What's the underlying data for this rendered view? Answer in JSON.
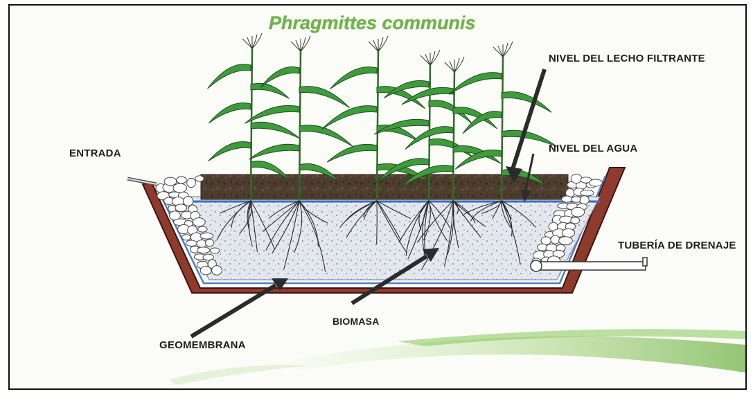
{
  "title": "Phragmittes communis",
  "labels": {
    "water_bed_level": "NIVEL DEL LECHO FILTRANTE",
    "water_level": "NIVEL DEL AGUA",
    "inlet": "ENTRADA",
    "drain_pipe": "TUBERÍA DE DRENAJE",
    "biomass": "BIOMASA",
    "geomembrane": "GEOMEMBRANA"
  },
  "colors": {
    "title": "#6fb34a",
    "basin_wall": "#8e3a2c",
    "soil": "#4a3a2a",
    "gravel_fill": "#dfe3ea",
    "water_line": "#3b6fc4",
    "leaf": "#3f9b3c",
    "leaf_edge": "#1d4f1f",
    "arrow": "#2b2b2b"
  },
  "icons": {
    "plant": "reed-plant",
    "arrow": "pointer-arrow"
  },
  "plant_count": 6
}
